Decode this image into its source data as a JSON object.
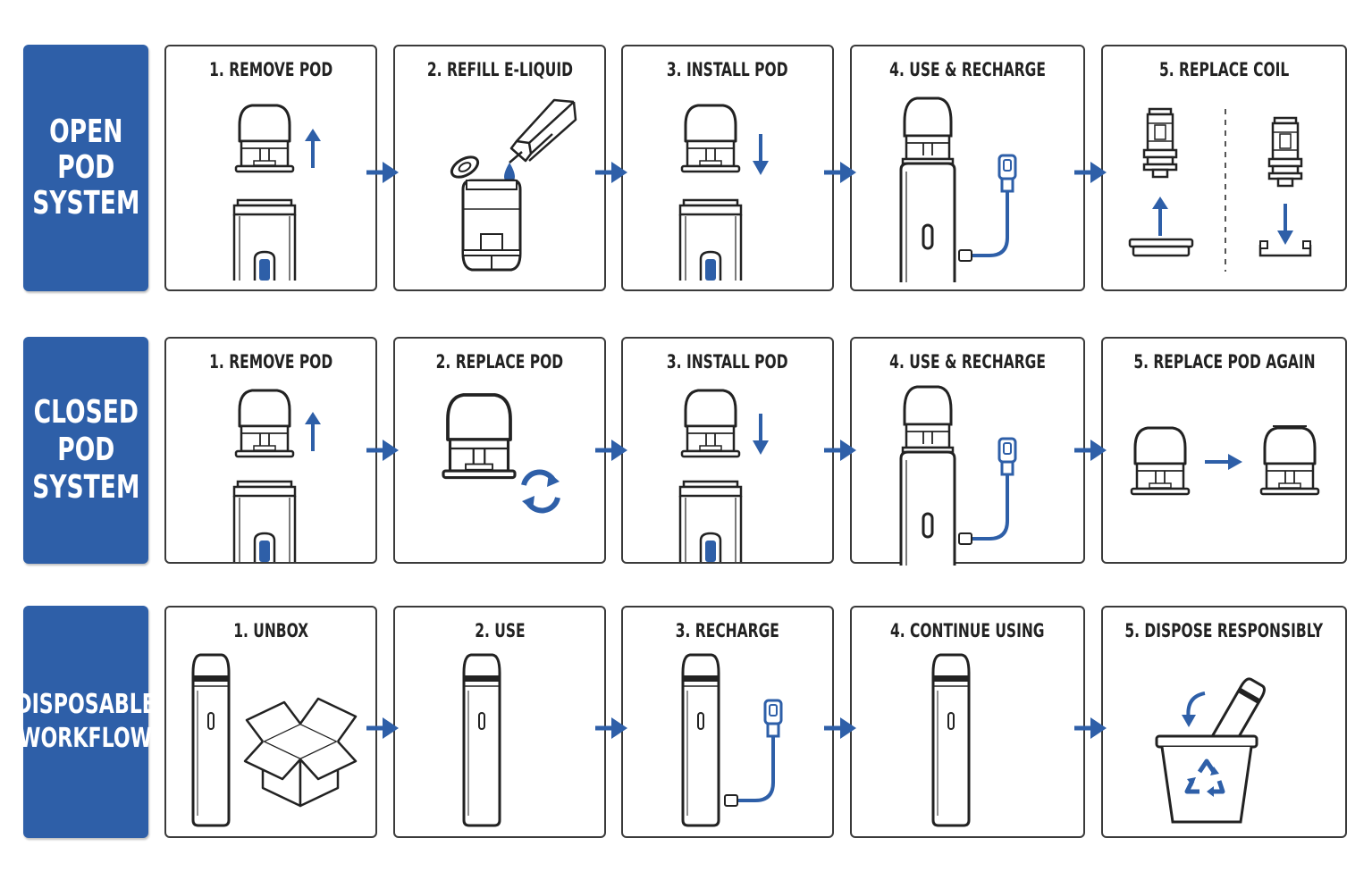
{
  "rows": [
    {
      "label": "OPEN\nPOD\nSYSTEM",
      "steps": [
        "1. REMOVE POD",
        "2. REFILL E-LIQUID",
        "3. INSTALL POD",
        "4. USE & RECHARGE",
        "5. REPLACE COIL"
      ]
    },
    {
      "label": "CLOSED\nPOD\nSYSTEM",
      "steps": [
        "1. REMOVE POD",
        "2. REPLACE POD",
        "3. INSTALL POD",
        "4. USE & RECHARGE",
        "5. REPLACE POD AGAIN"
      ]
    },
    {
      "label": "DISPOSABLE\nWORKFLOW",
      "steps": [
        "1. UNBOX",
        "2. USE",
        "3. RECHARGE",
        "4. CONTINUE USING",
        "5. DISPOSE RESPONSIBLY"
      ]
    }
  ],
  "colors": {
    "accent": "#2e5fa8",
    "line": "#222222",
    "panel_border": "#3a3a3a"
  }
}
